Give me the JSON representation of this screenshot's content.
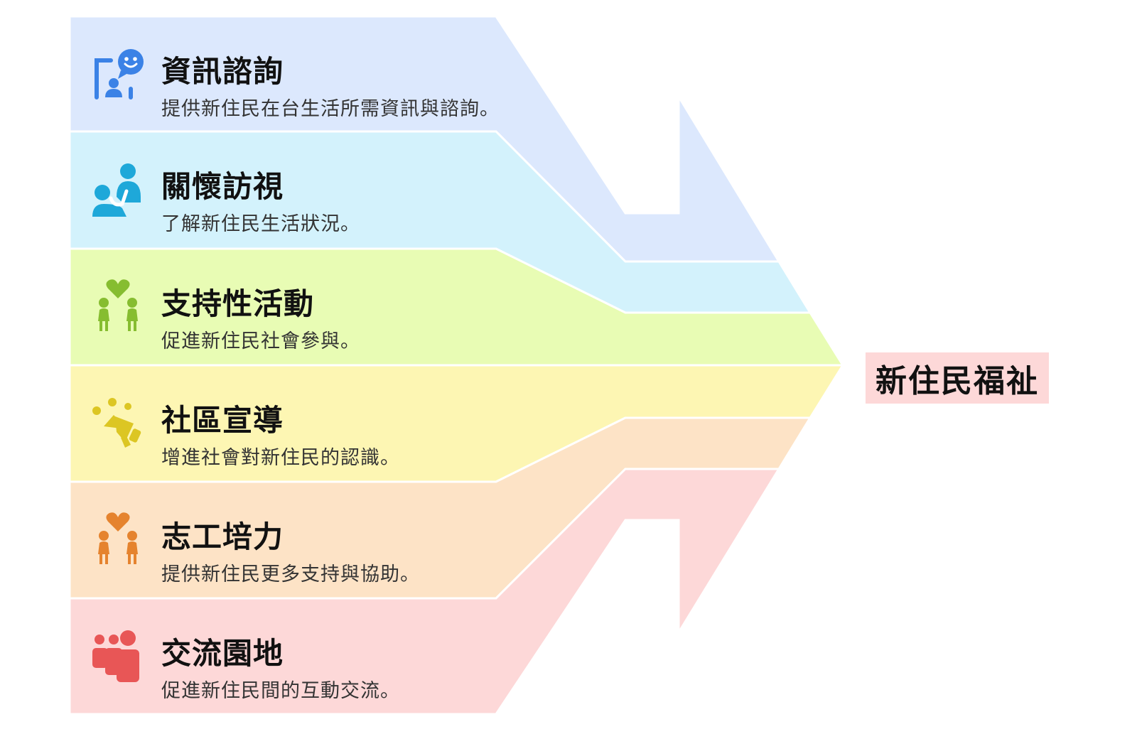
{
  "goal": {
    "label": "新住民福祉",
    "color": "#fdd8d8"
  },
  "items": [
    {
      "title": "資訊諮詢",
      "desc": "提供新住民在台生活所需資訊與諮詢。",
      "icon": "info-consult-icon",
      "band_color": "#dce8fd",
      "icon_color": "#3b82e6"
    },
    {
      "title": "關懷訪視",
      "desc": "了解新住民生活狀況。",
      "icon": "care-visit-icon",
      "band_color": "#d3f2fc",
      "icon_color": "#1ea8d9"
    },
    {
      "title": "支持性活動",
      "desc": "促進新住民社會參與。",
      "icon": "support-activity-icon",
      "band_color": "#e8fcb4",
      "icon_color": "#86bd30"
    },
    {
      "title": "社區宣導",
      "desc": "增進社會對新住民的認識。",
      "icon": "megaphone-icon",
      "band_color": "#fdf6b3",
      "icon_color": "#dcc623"
    },
    {
      "title": "志工培力",
      "desc": "提供新住民更多支持與協助。",
      "icon": "volunteer-icon",
      "band_color": "#fde3c6",
      "icon_color": "#e5832e"
    },
    {
      "title": "交流園地",
      "desc": "促進新住民間的互動交流。",
      "icon": "community-group-icon",
      "band_color": "#fdd8d8",
      "icon_color": "#e85656"
    }
  ]
}
